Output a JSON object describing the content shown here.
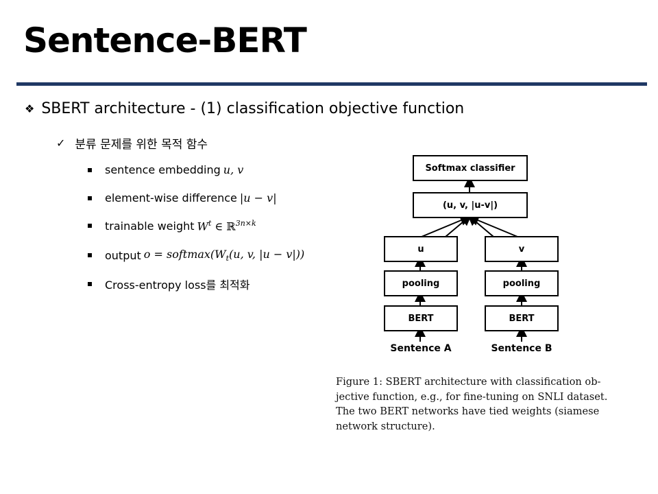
{
  "slide": {
    "title": "Sentence-BERT",
    "heading": "SBERT architecture  -  (1) classification objective function",
    "subheading": "분류 문제를 위한 목적 함수",
    "items": [
      {
        "text": "sentence embedding",
        "math": "u, v"
      },
      {
        "text": "element-wise difference",
        "math": "|u − v|"
      },
      {
        "text": "trainable weight",
        "math": "W",
        "math_sup": "t",
        "math_rest": " ∈ ℝ",
        "math_sup2": "3n×k"
      },
      {
        "text": "output",
        "math": "o = softmax(W",
        "math_sub": "t",
        "math_rest": "(u, v, |u − v|))"
      },
      {
        "text": "Cross-entropy loss를 최적화",
        "math": ""
      }
    ]
  },
  "diagram": {
    "softmax": "Softmax classifier",
    "concat": "(u, v, |u-v|)",
    "u": "u",
    "v": "v",
    "pooling_a": "pooling",
    "pooling_b": "pooling",
    "bert_a": "BERT",
    "bert_b": "BERT",
    "sentence_a": "Sentence A",
    "sentence_b": "Sentence B"
  },
  "caption": {
    "lines": [
      "Figure 1:  SBERT architecture with classification ob-",
      "jective function, e.g., for fine-tuning on SNLI dataset.",
      "The two BERT networks have tied weights (siamese",
      "network structure)."
    ]
  }
}
